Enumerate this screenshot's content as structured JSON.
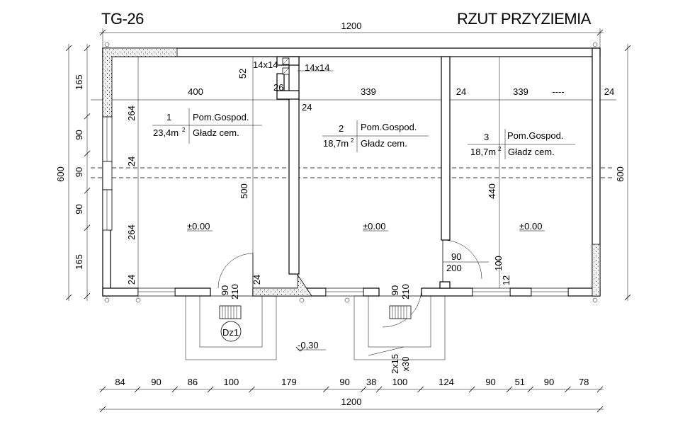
{
  "header": {
    "code": "TG-26",
    "title": "RZUT PRZYZIEMIA"
  },
  "dims": {
    "overall_top": "1200",
    "overall_bottom": "1200",
    "left_overall": "600",
    "right_overall": "600",
    "left_chain": [
      "165",
      "90",
      "90",
      "90",
      "165"
    ],
    "bottom_chain": [
      "84",
      "90",
      "86",
      "100",
      "179",
      "90",
      "38",
      "100",
      "124",
      "90",
      "51",
      "90",
      "78"
    ],
    "top_row": [
      "400",
      "339",
      "24",
      "339",
      "24"
    ],
    "room1_height_a": "264",
    "room1_height_b": "264",
    "inner_wall_24_left": "24",
    "inner_wall_24_bottom": "24",
    "vent_52": "52",
    "vent_26": "26",
    "vent_24": "24",
    "room1_partition": "500",
    "room3_440": "440",
    "room3_100": "100",
    "room3_12": "12",
    "door_90": "90",
    "door_200": "200",
    "front_door1_90": "90",
    "front_door1_210": "210",
    "front_door1_24": "24",
    "front_door2_90": "90",
    "front_door2_210": "210",
    "room1_left_24": "24",
    "stair": "2x15",
    "stair2": "x30",
    "ground_level": "-0,30",
    "vent_label_1": "14x14",
    "vent_label_2": "14x14",
    "dz_label": "Dz1",
    "room3_dash": "----"
  },
  "rooms": [
    {
      "num": "1",
      "name": "Pom.Gospod.",
      "area": "23,4m",
      "sup": "2",
      "finish": "Gładz  cem.",
      "level": "±0.00"
    },
    {
      "num": "2",
      "name": "Pom.Gospod.",
      "area": "18,7m",
      "sup": "2",
      "finish": "Gładz  cem.",
      "level": "±0.00"
    },
    {
      "num": "3",
      "name": "Pom.Gospod.",
      "area": "18,7m",
      "sup": "2",
      "finish": "Gładz  cem.",
      "level": "±0.00"
    }
  ]
}
